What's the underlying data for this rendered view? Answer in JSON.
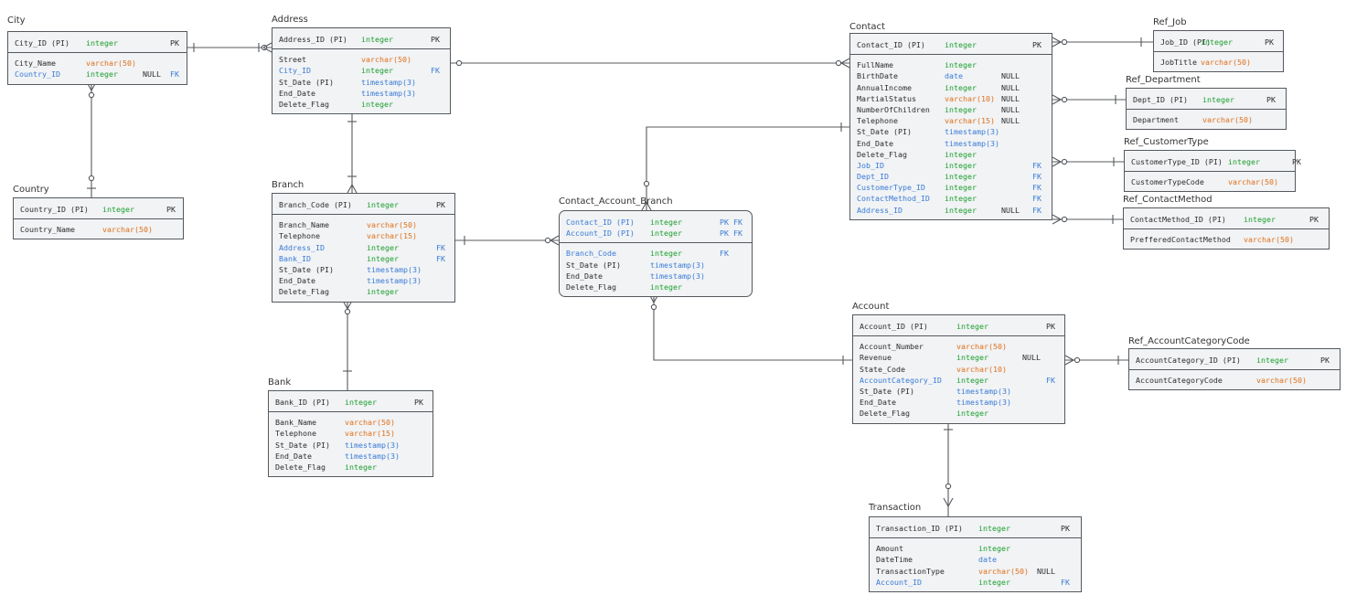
{
  "colors": {
    "integer": "#1a9e2c",
    "varchar": "#e0701a",
    "date": "#3a7bd5",
    "fk": "#3a7bd5",
    "line": "#55595e"
  },
  "entities": [
    {
      "title": "City",
      "pk": [
        {
          "n": "City_ID (PI)",
          "t": "integer",
          "k": "PK",
          "fk": false
        }
      ],
      "cols": [
        {
          "n": "City_Name",
          "t": "varchar(50)",
          "nl": "",
          "k": "",
          "fk": false
        },
        {
          "n": "Country_ID",
          "t": "integer",
          "nl": "NULL",
          "k": "FK",
          "fk": true
        }
      ]
    },
    {
      "title": "Country",
      "pk": [
        {
          "n": "Country_ID (PI)",
          "t": "integer",
          "k": "PK",
          "fk": false
        }
      ],
      "cols": [
        {
          "n": "Country_Name",
          "t": "varchar(50)",
          "nl": "",
          "k": "",
          "fk": false
        }
      ]
    },
    {
      "title": "Address",
      "pk": [
        {
          "n": "Address_ID (PI)",
          "t": "integer",
          "k": "PK",
          "fk": false
        }
      ],
      "cols": [
        {
          "n": "Street",
          "t": "varchar(50)",
          "nl": "",
          "k": "",
          "fk": false
        },
        {
          "n": "City_ID",
          "t": "integer",
          "nl": "",
          "k": "FK",
          "fk": true
        },
        {
          "n": "St_Date (PI)",
          "t": "timestamp(3)",
          "nl": "",
          "k": "",
          "fk": false
        },
        {
          "n": "End_Date",
          "t": "timestamp(3)",
          "nl": "",
          "k": "",
          "fk": false
        },
        {
          "n": "Delete_Flag",
          "t": "integer",
          "nl": "",
          "k": "",
          "fk": false
        }
      ]
    },
    {
      "title": "Branch",
      "pk": [
        {
          "n": "Branch_Code (PI)",
          "t": "integer",
          "k": "PK",
          "fk": false
        }
      ],
      "cols": [
        {
          "n": "Branch_Name",
          "t": "varchar(50)",
          "nl": "",
          "k": "",
          "fk": false
        },
        {
          "n": "Telephone",
          "t": "varchar(15)",
          "nl": "",
          "k": "",
          "fk": false
        },
        {
          "n": "Address_ID",
          "t": "integer",
          "nl": "",
          "k": "FK",
          "fk": true
        },
        {
          "n": "Bank_ID",
          "t": "integer",
          "nl": "",
          "k": "FK",
          "fk": true
        },
        {
          "n": "St_Date (PI)",
          "t": "timestamp(3)",
          "nl": "",
          "k": "",
          "fk": false
        },
        {
          "n": "End_Date",
          "t": "timestamp(3)",
          "nl": "",
          "k": "",
          "fk": false
        },
        {
          "n": "Delete_Flag",
          "t": "integer",
          "nl": "",
          "k": "",
          "fk": false
        }
      ]
    },
    {
      "title": "Bank",
      "pk": [
        {
          "n": "Bank_ID (PI)",
          "t": "integer",
          "k": "PK",
          "fk": false
        }
      ],
      "cols": [
        {
          "n": "Bank_Name",
          "t": "varchar(50)",
          "nl": "",
          "k": "",
          "fk": false
        },
        {
          "n": "Telephone",
          "t": "varchar(15)",
          "nl": "",
          "k": "",
          "fk": false
        },
        {
          "n": "St_Date (PI)",
          "t": "timestamp(3)",
          "nl": "",
          "k": "",
          "fk": false
        },
        {
          "n": "End_Date",
          "t": "timestamp(3)",
          "nl": "",
          "k": "",
          "fk": false
        },
        {
          "n": "Delete_Flag",
          "t": "integer",
          "nl": "",
          "k": "",
          "fk": false
        }
      ]
    },
    {
      "title": "Contact_Account_Branch",
      "pk": [
        {
          "n": "Contact_ID (PI)",
          "t": "integer",
          "k": "PK FK",
          "fk": true
        },
        {
          "n": "Account_ID (PI)",
          "t": "integer",
          "k": "PK FK",
          "fk": true
        }
      ],
      "cols": [
        {
          "n": "Branch_Code",
          "t": "integer",
          "nl": "",
          "k": "FK",
          "fk": true
        },
        {
          "n": "St_Date (PI)",
          "t": "timestamp(3)",
          "nl": "",
          "k": "",
          "fk": false
        },
        {
          "n": "End_Date",
          "t": "timestamp(3)",
          "nl": "",
          "k": "",
          "fk": false
        },
        {
          "n": "Delete_Flag",
          "t": "integer",
          "nl": "",
          "k": "",
          "fk": false
        }
      ]
    },
    {
      "title": "Contact",
      "pk": [
        {
          "n": "Contact_ID (PI)",
          "t": "integer",
          "k": "PK",
          "fk": false
        }
      ],
      "cols": [
        {
          "n": "FullName",
          "t": "integer",
          "nl": "",
          "k": "",
          "fk": false
        },
        {
          "n": "BirthDate",
          "t": "date",
          "nl": "NULL",
          "k": "",
          "fk": false
        },
        {
          "n": "AnnualIncome",
          "t": "integer",
          "nl": "NULL",
          "k": "",
          "fk": false
        },
        {
          "n": "MartialStatus",
          "t": "varchar(10)",
          "nl": "NULL",
          "k": "",
          "fk": false
        },
        {
          "n": "NumberOfChildren",
          "t": "integer",
          "nl": "NULL",
          "k": "",
          "fk": false
        },
        {
          "n": "Telephone",
          "t": "varchar(15)",
          "nl": "NULL",
          "k": "",
          "fk": false
        },
        {
          "n": "St_Date (PI)",
          "t": "timestamp(3)",
          "nl": "",
          "k": "",
          "fk": false
        },
        {
          "n": "End_Date",
          "t": "timestamp(3)",
          "nl": "",
          "k": "",
          "fk": false
        },
        {
          "n": "Delete_Flag",
          "t": "integer",
          "nl": "",
          "k": "",
          "fk": false
        },
        {
          "n": "Job_ID",
          "t": "integer",
          "nl": "",
          "k": "FK",
          "fk": true
        },
        {
          "n": "Dept_ID",
          "t": "integer",
          "nl": "",
          "k": "FK",
          "fk": true
        },
        {
          "n": "CustomerType_ID",
          "t": "integer",
          "nl": "",
          "k": "FK",
          "fk": true
        },
        {
          "n": "ContactMethod_ID",
          "t": "integer",
          "nl": "",
          "k": "FK",
          "fk": true
        },
        {
          "n": "Address_ID",
          "t": "integer",
          "nl": "NULL",
          "k": "FK",
          "fk": true
        }
      ]
    },
    {
      "title": "Ref_Job",
      "pk": [
        {
          "n": "Job_ID (PI)",
          "t": "integer",
          "k": "PK",
          "fk": false
        }
      ],
      "cols": [
        {
          "n": "JobTitle",
          "t": "varchar(50)",
          "nl": "",
          "k": "",
          "fk": false
        }
      ]
    },
    {
      "title": "Ref_Department",
      "pk": [
        {
          "n": "Dept_ID (PI)",
          "t": "integer",
          "k": "PK",
          "fk": false
        }
      ],
      "cols": [
        {
          "n": "Department",
          "t": "varchar(50)",
          "nl": "",
          "k": "",
          "fk": false
        }
      ]
    },
    {
      "title": "Ref_CustomerType",
      "pk": [
        {
          "n": "CustomerType_ID (PI)",
          "t": "integer",
          "k": "PK",
          "fk": false
        }
      ],
      "cols": [
        {
          "n": "CustomerTypeCode",
          "t": "varchar(50)",
          "nl": "",
          "k": "",
          "fk": false
        }
      ]
    },
    {
      "title": "Ref_ContactMethod",
      "pk": [
        {
          "n": "ContactMethod_ID (PI)",
          "t": "integer",
          "k": "PK",
          "fk": false
        }
      ],
      "cols": [
        {
          "n": "PrefferedContactMethod",
          "t": "varchar(50)",
          "nl": "",
          "k": "",
          "fk": false
        }
      ]
    },
    {
      "title": "Account",
      "pk": [
        {
          "n": "Account_ID (PI)",
          "t": "integer",
          "k": "PK",
          "fk": false
        }
      ],
      "cols": [
        {
          "n": "Account_Number",
          "t": "varchar(50)",
          "nl": "",
          "k": "",
          "fk": false
        },
        {
          "n": "Revenue",
          "t": "integer",
          "nl": "NULL",
          "k": "",
          "fk": false
        },
        {
          "n": "State_Code",
          "t": "varchar(10)",
          "nl": "",
          "k": "",
          "fk": false
        },
        {
          "n": "AccountCategory_ID",
          "t": "integer",
          "nl": "",
          "k": "FK",
          "fk": true
        },
        {
          "n": "St_Date (PI)",
          "t": "timestamp(3)",
          "nl": "",
          "k": "",
          "fk": false
        },
        {
          "n": "End_Date",
          "t": "timestamp(3)",
          "nl": "",
          "k": "",
          "fk": false
        },
        {
          "n": "Delete_Flag",
          "t": "integer",
          "nl": "",
          "k": "",
          "fk": false
        }
      ]
    },
    {
      "title": "Ref_AccountCategoryCode",
      "pk": [
        {
          "n": "AccountCategory_ID (PI)",
          "t": "integer",
          "k": "PK",
          "fk": false
        }
      ],
      "cols": [
        {
          "n": "AccountCategoryCode",
          "t": "varchar(50)",
          "nl": "",
          "k": "",
          "fk": false
        }
      ]
    },
    {
      "title": "Transaction",
      "pk": [
        {
          "n": "Transaction_ID (PI)",
          "t": "integer",
          "k": "PK",
          "fk": false
        }
      ],
      "cols": [
        {
          "n": "Amount",
          "t": "integer",
          "nl": "",
          "k": "",
          "fk": false
        },
        {
          "n": "DateTime",
          "t": "date",
          "nl": "",
          "k": "",
          "fk": false
        },
        {
          "n": "TransactionType",
          "t": "varchar(50)",
          "nl": "NULL",
          "k": "",
          "fk": false
        },
        {
          "n": "Account_ID",
          "t": "integer",
          "nl": "",
          "k": "FK",
          "fk": true
        }
      ]
    }
  ]
}
